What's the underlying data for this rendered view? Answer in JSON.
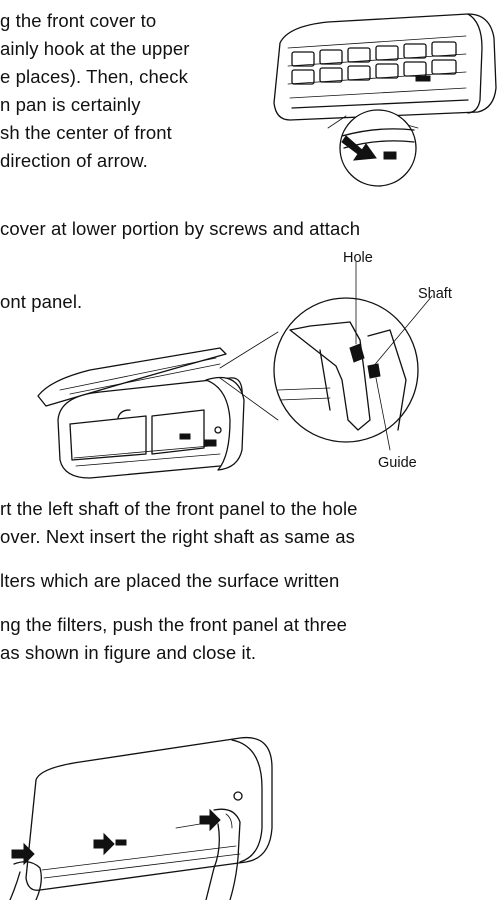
{
  "section1": {
    "lines": [
      "g the front cover to",
      "ainly hook at the upper",
      "e places). Then, check",
      "n pan is certainly",
      "sh the center of front",
      "direction of arrow."
    ]
  },
  "section2": {
    "lines": [
      "cover at lower portion by screws and attach",
      "ont panel."
    ],
    "labels": {
      "hole": "Hole",
      "shaft": "Shaft",
      "guide": "Guide"
    }
  },
  "section3": {
    "lines": [
      "rt the left shaft of the front panel to the hole",
      "over. Next insert the right shaft as same as",
      "lters which are placed the surface written",
      "ng the filters, push the front panel at three",
      " as shown in figure and close it."
    ]
  }
}
